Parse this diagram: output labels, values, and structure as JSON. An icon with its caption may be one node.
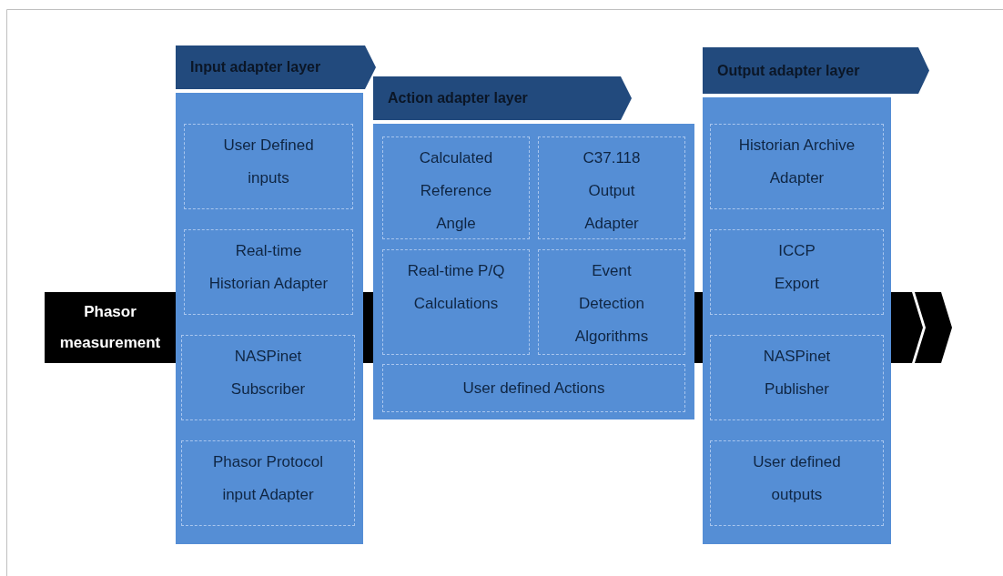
{
  "diagram": {
    "nodes": [
      {
        "text": [
          "Phasor measurement"
        ]
      },
      {
        "text": [
          "Input adapter layer"
        ]
      },
      {
        "text": [],
        "shape": "box"
      },
      {
        "text": [
          "User Defined inputs"
        ],
        "in": 2
      },
      {
        "text": [
          "Real-time Historian Adapter"
        ],
        "in": 2
      },
      {
        "text": [
          "NASPinet Subscriber"
        ],
        "in": 2
      },
      {
        "text": [
          "Phasor Protocol input Adapter"
        ],
        "in": 2
      },
      {
        "text": [
          "Action adapter layer"
        ]
      },
      {
        "text": [],
        "shape": "box"
      },
      {
        "text": [
          "Calculated Reference Angle"
        ],
        "in": 8
      },
      {
        "text": [
          "C37.118 Output Adapter"
        ],
        "in": 8
      },
      {
        "text": [
          "Real-time P/Q Calculations"
        ],
        "in": 8
      },
      {
        "text": [
          "Event Detection Algorithms"
        ],
        "in": 8
      },
      {
        "text": [
          "User defined Actions"
        ],
        "in": 8
      },
      {
        "text": [
          "Output adapter layer"
        ]
      },
      {
        "text": [],
        "shape": "box"
      },
      {
        "text": [
          "Historian Archive Adapter"
        ],
        "in": 15
      },
      {
        "text": [
          "ICCP Export"
        ],
        "in": 15
      },
      {
        "text": [
          "NASPinet Publisher"
        ],
        "in": 15
      },
      {
        "text": [
          "User defined outputs"
        ],
        "in": 15
      }
    ]
  }
}
